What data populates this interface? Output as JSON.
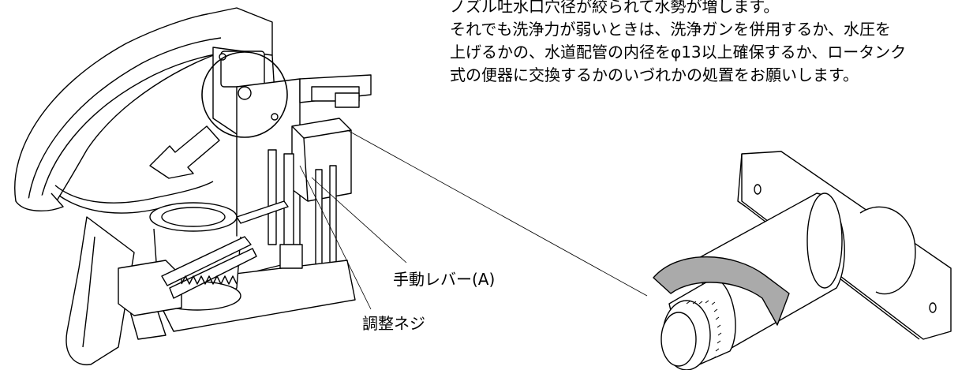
{
  "instructions": {
    "lines": [
      "ノズル吐水口穴径が絞られて水勢が増します。",
      "それでも洗浄力が弱いときは、洗浄ガンを併用するか、水圧を",
      "上げるかの、水道配管の内径をφ13以上確保するか、ロータンク",
      "式の便器に交換するかのいづれかの処置をお願いします。"
    ]
  },
  "labels": {
    "manual_lever": "手動レバー(A)",
    "adjust_screw": "調整ネジ"
  }
}
